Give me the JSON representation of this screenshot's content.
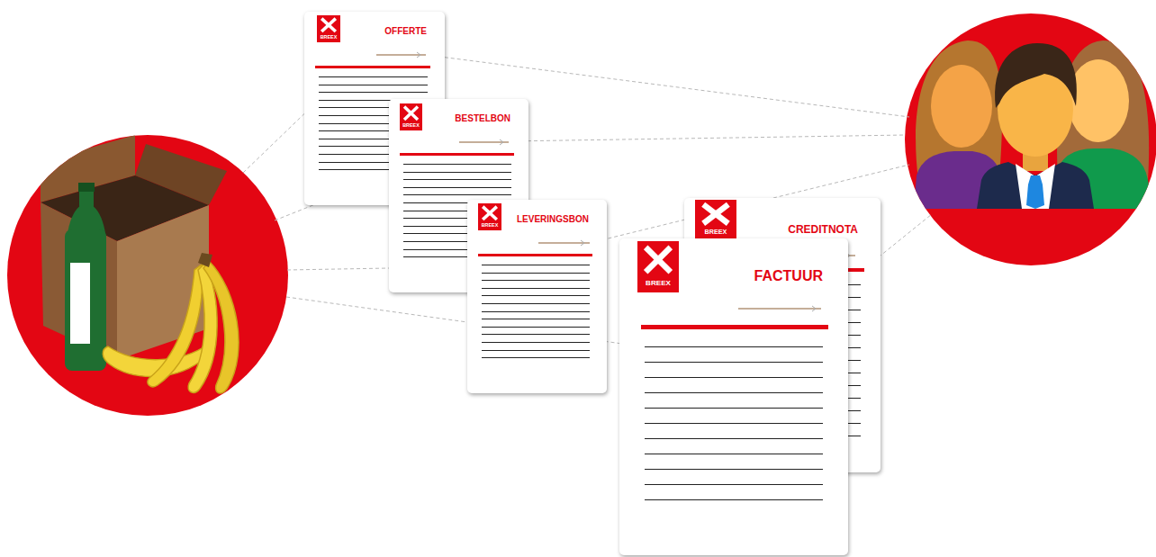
{
  "diagram": {
    "nodes": [
      {
        "text": [
          "BREEX",
          "OFFERTE"
        ]
      },
      {
        "text": [
          "BREEX",
          "BESTELBON"
        ]
      },
      {
        "text": [
          "BREEX",
          "LEVERINGSBON"
        ]
      },
      {
        "text": [
          "BREEX",
          "CREDITNOTA"
        ]
      },
      {
        "text": [
          "BREEX",
          "FACTUUR"
        ]
      }
    ]
  }
}
